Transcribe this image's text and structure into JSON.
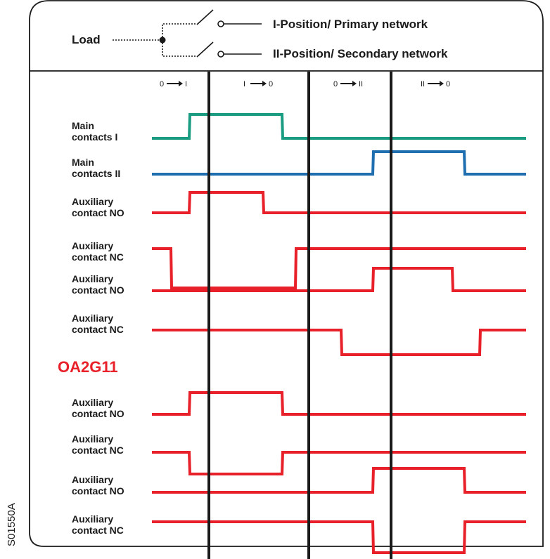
{
  "header": {
    "load_label": "Load",
    "position_1": "I-Position/ Primary network",
    "position_2": "II-Position/ Secondary network"
  },
  "phases": [
    "0 → I",
    "I → 0",
    "0 → II",
    "II → 0"
  ],
  "phase_parts": [
    {
      "a": "0",
      "b": "I"
    },
    {
      "a": "I",
      "b": "0"
    },
    {
      "a": "0",
      "b": "II"
    },
    {
      "a": "II",
      "b": "0"
    }
  ],
  "signals": [
    {
      "line1": "Main",
      "line2": "contacts I",
      "color": "#1a9c82",
      "levels": "low-high-low-low-low"
    },
    {
      "line1": "Main",
      "line2": "contacts II",
      "color": "#1f6fb0",
      "levels": "low-low-low-high-low"
    },
    {
      "line1": "Auxiliary",
      "line2": "contact NO",
      "color": "#e8202a",
      "levels": "low-high-low-low-low"
    },
    {
      "line1": "Auxiliary",
      "line2": "contact NC",
      "color": "#e8202a",
      "levels": "high-low-high-high-high"
    },
    {
      "line1": "Auxiliary",
      "line2": "contact NO",
      "color": "#e8202a",
      "levels": "low-low-low-high-low"
    },
    {
      "line1": "Auxiliary",
      "line2": "contact NC",
      "color": "#e8202a",
      "levels": "high-high-low-low-high"
    }
  ],
  "accessory_label": "OA2G11",
  "accessory_signals": [
    {
      "line1": "Auxiliary",
      "line2": "contact NO",
      "color": "#e8202a",
      "levels": "low-high-low-low-low"
    },
    {
      "line1": "Auxiliary",
      "line2": "contact NC",
      "color": "#e8202a",
      "levels": "high-low-high-high-high"
    },
    {
      "line1": "Auxiliary",
      "line2": "contact NO",
      "color": "#e8202a",
      "levels": "low-low-low-high-low"
    },
    {
      "line1": "Auxiliary",
      "line2": "contact NC",
      "color": "#e8202a",
      "levels": "high-high-high-low-high"
    }
  ],
  "figure_code": "S01550A",
  "colors": {
    "green": "#1a9c82",
    "blue": "#1f6fb0",
    "red": "#e8202a",
    "ink": "#1a1a1a"
  }
}
